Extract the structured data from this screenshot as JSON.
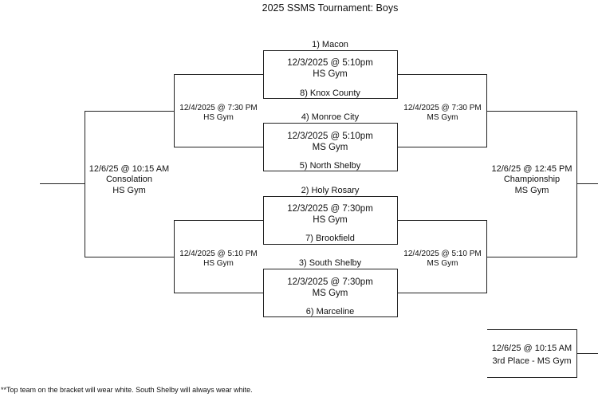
{
  "title": "2025 SSMS Tournament: Boys",
  "round1": [
    {
      "top_team": "1) Macon",
      "bottom_team": "8) Knox County",
      "time": "12/3/2025 @ 5:10pm",
      "venue": "HS Gym"
    },
    {
      "top_team": "4) Monroe City",
      "bottom_team": "5) North Shelby",
      "time": "12/3/2025 @ 5:10pm",
      "venue": "MS Gym"
    },
    {
      "top_team": "2) Holy Rosary",
      "bottom_team": "7) Brookfield",
      "time": "12/3/2025 @ 7:30pm",
      "venue": "HS Gym"
    },
    {
      "top_team": "3) South Shelby",
      "bottom_team": "6) Marceline",
      "time": "12/3/2025 @ 7:30pm",
      "venue": "MS Gym"
    }
  ],
  "round2_left": [
    {
      "time": "12/4/2025 @ 7:30 PM",
      "venue": "HS Gym"
    },
    {
      "time": "12/4/2025 @ 5:10 PM",
      "venue": "HS Gym"
    }
  ],
  "round2_right": [
    {
      "time": "12/4/2025 @ 7:30 PM",
      "venue": "MS Gym"
    },
    {
      "time": "12/4/2025 @ 5:10 PM",
      "venue": "MS Gym"
    }
  ],
  "consolation": {
    "time": "12/6/25 @ 10:15 AM",
    "label": "Consolation",
    "venue": "HS Gym"
  },
  "championship": {
    "time": "12/6/25 @ 12:45 PM",
    "label": "Championship",
    "venue": "MS Gym"
  },
  "third_place": {
    "time": "12/6/25 @ 10:15 AM",
    "label": "3rd Place - MS Gym"
  },
  "footnote": "**Top team on the bracket will wear white. South Shelby will always wear white."
}
